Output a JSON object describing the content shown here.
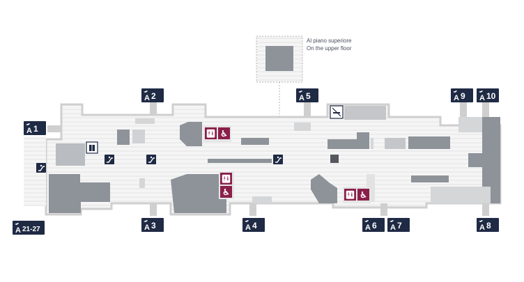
{
  "colors": {
    "background": "#ffffff",
    "floor": "#f4f4f4",
    "floor_stripe": "#eaeaea",
    "wall": "#cfcfcf",
    "block_dark": "#8e939a",
    "block_mid": "#b9bcc1",
    "block_light": "#d9d9d9",
    "gate_sign": "#1f2a44",
    "restroom": "#8a1f4a",
    "dashed_outline": "#b5b5b5"
  },
  "upper_floor_note": {
    "line1": "Al piano superiore",
    "line2": "On the upper floor"
  },
  "gates": [
    {
      "id": "gate-1",
      "label": "1"
    },
    {
      "id": "gate-2",
      "label": "2"
    },
    {
      "id": "gate-3",
      "label": "3"
    },
    {
      "id": "gate-4",
      "label": "4"
    },
    {
      "id": "gate-5",
      "label": "5"
    },
    {
      "id": "gate-6",
      "label": "6"
    },
    {
      "id": "gate-7",
      "label": "7"
    },
    {
      "id": "gate-8",
      "label": "8"
    },
    {
      "id": "gate-9",
      "label": "9"
    },
    {
      "id": "gate-10",
      "label": "10"
    },
    {
      "id": "gate-21-27",
      "label": "21-27"
    }
  ],
  "gate_letter": "A",
  "icons": {
    "escalator": "escalator-icon",
    "elevator": "elevator-icon",
    "restroom": "restroom-icon",
    "wheelchair": "wheelchair-icon",
    "no_smoking": "no-smoking-icon",
    "airplane": "airplane-icon"
  }
}
